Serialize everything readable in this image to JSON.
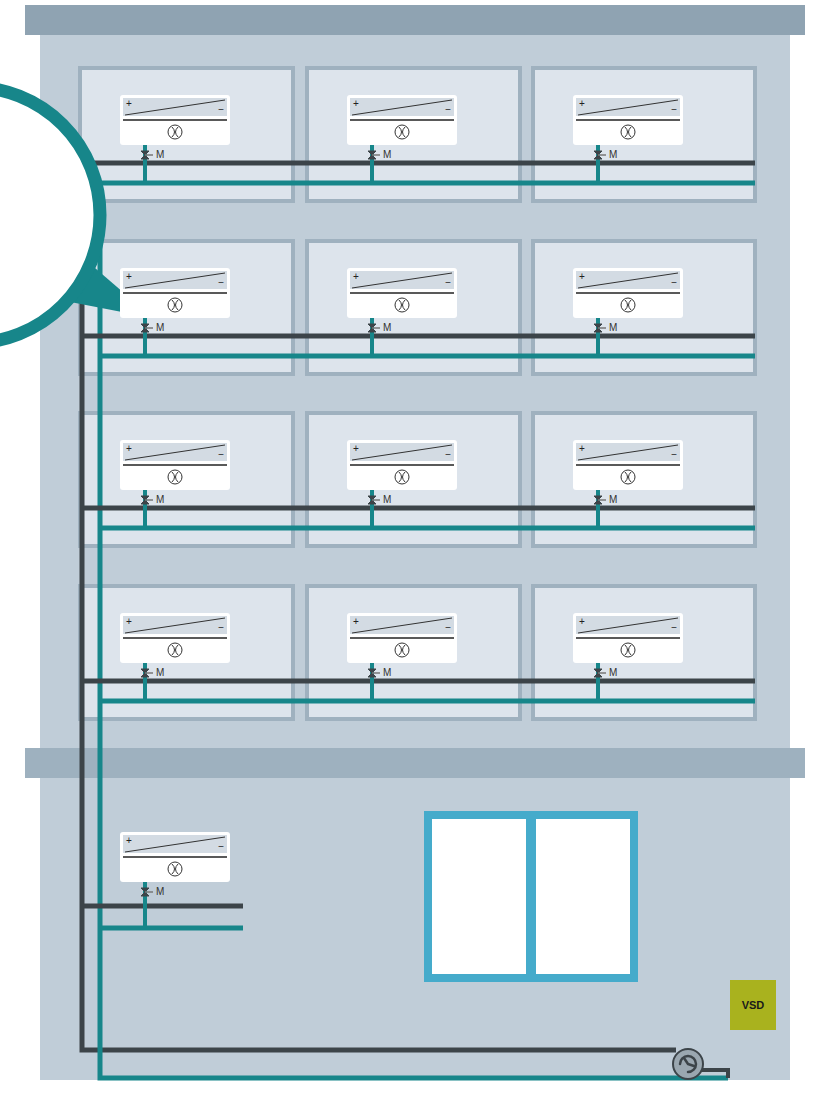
{
  "diagram": {
    "nodes": [
      {
        "text": [
          "+",
          "−"
        ]
      },
      {
        "text": [
          "+",
          "−"
        ]
      },
      {
        "text": [
          "+",
          "−"
        ]
      },
      {
        "text": [
          "+",
          "−"
        ]
      },
      {
        "text": [
          "+",
          "−"
        ]
      },
      {
        "text": [
          "+",
          "−"
        ]
      },
      {
        "text": [
          "+",
          "−"
        ]
      },
      {
        "text": [
          "+",
          "−"
        ]
      },
      {
        "text": [
          "+",
          "−"
        ]
      },
      {
        "text": [
          "+",
          "−"
        ]
      },
      {
        "text": [
          "+",
          "−"
        ]
      },
      {
        "text": [
          "+",
          "−"
        ]
      },
      {
        "text": [
          "+",
          "−"
        ]
      },
      {
        "text": [
          "VSD"
        ]
      }
    ],
    "labels": [
      "M",
      "M",
      "M",
      "M",
      "M",
      "M",
      "M",
      "M",
      "M",
      "M",
      "M",
      "M",
      "M"
    ]
  }
}
